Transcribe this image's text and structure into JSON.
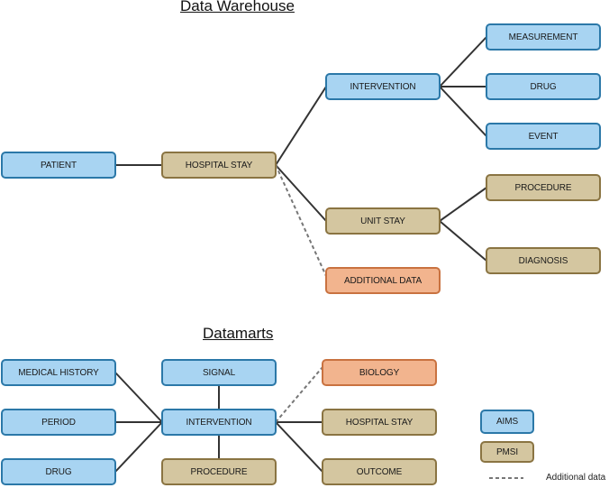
{
  "warehouse": {
    "title": "Data Warehouse",
    "patient": "PATIENT",
    "hospital_stay": "HOSPITAL STAY",
    "intervention": "INTERVENTION",
    "measurement": "MEASUREMENT",
    "drug": "DRUG",
    "event": "EVENT",
    "unit_stay": "UNIT STAY",
    "procedure": "PROCEDURE",
    "diagnosis": "DIAGNOSIS",
    "additional_data": "ADDITIONAL DATA"
  },
  "datamarts": {
    "title": "Datamarts",
    "medical_history": "MEDICAL HISTORY",
    "period": "PERIOD",
    "drug": "DRUG",
    "signal": "SIGNAL",
    "intervention": "INTERVENTION",
    "procedure": "PROCEDURE",
    "biology": "BIOLOGY",
    "hospital_stay": "HOSPITAL STAY",
    "outcome": "OUTCOME"
  },
  "legend": {
    "aims": "AIMS",
    "pmsi": "PMSI",
    "additional": "Additional data"
  },
  "colors": {
    "aims_fill": "#a8d4f2",
    "aims_border": "#2b78a8",
    "pmsi_fill": "#d4c6a0",
    "pmsi_border": "#8a7442",
    "additional_fill": "#f2b48e",
    "additional_border": "#c97240",
    "connector": "#333333",
    "dashed_connector": "#777777"
  }
}
